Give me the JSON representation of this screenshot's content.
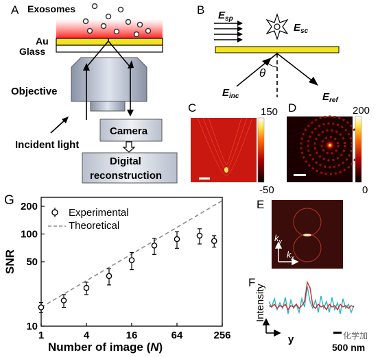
{
  "panels": {
    "A": "A",
    "B": "B",
    "C": "C",
    "D": "D",
    "E": "E",
    "F": "F",
    "G": "G"
  },
  "panel_a": {
    "exosomes": "Exosomes",
    "au": "Au",
    "glass": "Glass",
    "objective": "Objective",
    "camera": "Camera",
    "incident_light": "Incident light",
    "digital": "Digital",
    "reconstruction": "reconstruction"
  },
  "panel_b": {
    "e_sp": "E",
    "e_sp_sub": "sp",
    "e_sc": "E",
    "e_sc_sub": "sc",
    "e_inc": "E",
    "e_inc_sub": "inc",
    "e_ref": "E",
    "e_ref_sub": "ref",
    "theta": "θ"
  },
  "panel_c": {
    "cbar_max": "150",
    "cbar_min": "-50"
  },
  "panel_d": {
    "cbar_max": "200",
    "cbar_min": "0"
  },
  "panel_e": {
    "ky": "k",
    "ky_sub": "y",
    "kx": "k",
    "kx_sub": "x"
  },
  "panel_f": {
    "ylabel": "Intensity",
    "xlabel": "y",
    "scale": "500 nm"
  },
  "watermark": "化学加",
  "colors": {
    "gold": "#f2e31e",
    "red_trace": "#e02020",
    "cyan_trace": "#22b8c8",
    "dashed": "#8c8c8c"
  },
  "chart_data": {
    "type": "scatter",
    "xlabel": "Number of image (N)",
    "xlabel_main": "Number of image (",
    "xlabel_var": "N",
    "xlabel_end": ")",
    "ylabel": "SNR",
    "x_scale": "log2",
    "y_scale": "log",
    "xlim": [
      1,
      256
    ],
    "ylim": [
      10,
      250
    ],
    "xticks": [
      1,
      4,
      16,
      64,
      256
    ],
    "yticks": [
      10,
      50,
      100,
      200
    ],
    "legend": [
      "Experimental",
      "Theoretical"
    ],
    "series": [
      {
        "name": "Experimental",
        "x": [
          1,
          2,
          4,
          8,
          16,
          32,
          64,
          128,
          200
        ],
        "y": [
          16,
          19,
          26,
          35,
          52,
          75,
          88,
          96,
          84
        ],
        "err": [
          2,
          3,
          4,
          7,
          11,
          15,
          18,
          18,
          12
        ]
      },
      {
        "name": "Theoretical",
        "x": [
          1,
          256
        ],
        "y": [
          16,
          230
        ]
      }
    ]
  }
}
